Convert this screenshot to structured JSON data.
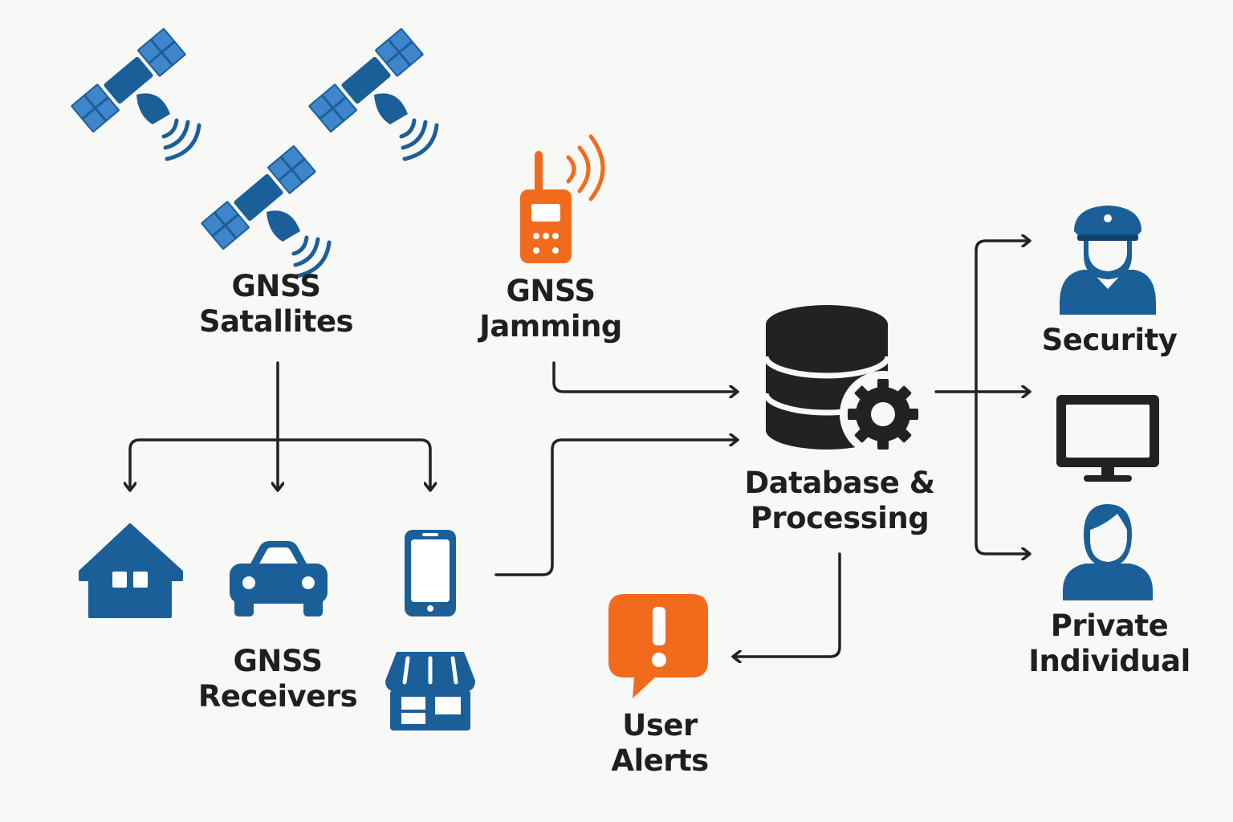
{
  "colors": {
    "blue": "#1b5f99",
    "orange": "#f26b1d",
    "dark": "#222222",
    "background": "#f8f8f6"
  },
  "nodes": {
    "satellites": {
      "line1": "GNSS",
      "line2": "Satallites",
      "icon": "satellite-icon"
    },
    "jamming": {
      "line1": "GNSS",
      "line2": "Jamming",
      "icon": "radio-jammer-icon"
    },
    "receivers": {
      "line1": "GNSS",
      "line2": "Receivers",
      "icons": [
        "house-icon",
        "car-icon",
        "smartphone-icon",
        "shop-icon"
      ]
    },
    "database": {
      "line1": "Database &",
      "line2": "Processing",
      "icon": "database-gear-icon"
    },
    "alerts": {
      "line1": "User",
      "line2": "Alerts",
      "icon": "alert-bubble-icon"
    },
    "security": {
      "line1": "Security",
      "icon": "security-officer-icon"
    },
    "monitor": {
      "icon": "monitor-icon"
    },
    "private": {
      "line1": "Private",
      "line2": "Individual",
      "icon": "person-icon"
    }
  }
}
